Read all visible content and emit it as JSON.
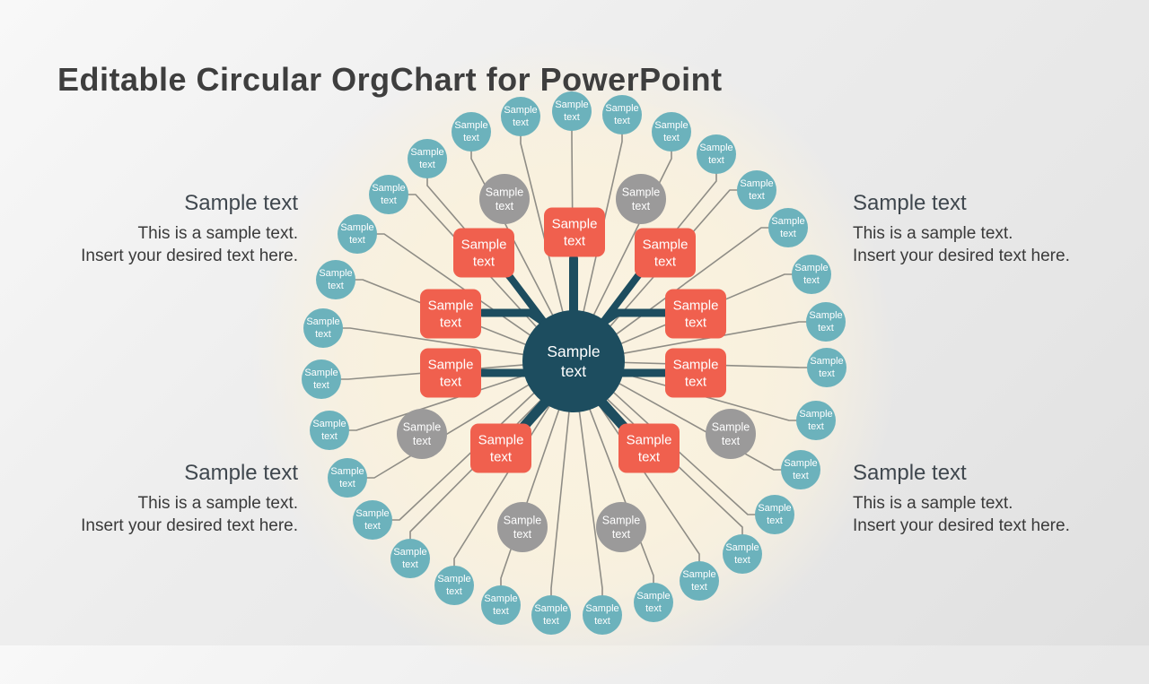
{
  "title": "Editable Circular OrgChart for PowerPoint",
  "text_blocks": [
    {
      "heading": "Sample text",
      "line1": "This is a sample text.",
      "line2": "Insert your desired text here."
    },
    {
      "heading": "Sample text",
      "line1": "This is a sample text.",
      "line2": "Insert your desired text here."
    },
    {
      "heading": "Sample text",
      "line1": "This is a sample text.",
      "line2": "Insert your desired text here."
    },
    {
      "heading": "Sample text",
      "line1": "This is a sample text.",
      "line2": "Insert your desired text here."
    }
  ],
  "colors": {
    "accent_red": "#f0604e",
    "teal": "#6cb2bc",
    "gray": "#9b9a9a",
    "dark_teal": "#1d4d5f",
    "connector": "#8f8d86",
    "node_text": "#ffffff",
    "cream": "#f9f1de"
  },
  "diagram": {
    "center": {
      "label": "Sample text"
    },
    "rects": [
      {
        "label": "Sample text"
      },
      {
        "label": "Sample text"
      },
      {
        "label": "Sample text"
      },
      {
        "label": "Sample text"
      },
      {
        "label": "Sample text"
      },
      {
        "label": "Sample text"
      },
      {
        "label": "Sample text"
      },
      {
        "label": "Sample text"
      },
      {
        "label": "Sample text"
      }
    ],
    "gray_circles": [
      {
        "label": "Sample text"
      },
      {
        "label": "Sample text"
      },
      {
        "label": "Sample text"
      },
      {
        "label": "Sample text"
      },
      {
        "label": "Sample text"
      },
      {
        "label": "Sample text"
      }
    ],
    "teal_circles": [
      {
        "label": "Sample text"
      },
      {
        "label": "Sample text"
      },
      {
        "label": "Sample text"
      },
      {
        "label": "Sample text"
      },
      {
        "label": "Sample text"
      },
      {
        "label": "Sample text"
      },
      {
        "label": "Sample text"
      },
      {
        "label": "Sample text"
      },
      {
        "label": "Sample text"
      },
      {
        "label": "Sample text"
      },
      {
        "label": "Sample text"
      },
      {
        "label": "Sample text"
      },
      {
        "label": "Sample text"
      },
      {
        "label": "Sample text"
      },
      {
        "label": "Sample text"
      },
      {
        "label": "Sample text"
      },
      {
        "label": "Sample text"
      },
      {
        "label": "Sample text"
      },
      {
        "label": "Sample text"
      },
      {
        "label": "Sample text"
      },
      {
        "label": "Sample text"
      },
      {
        "label": "Sample text"
      },
      {
        "label": "Sample text"
      },
      {
        "label": "Sample text"
      },
      {
        "label": "Sample text"
      },
      {
        "label": "Sample text"
      },
      {
        "label": "Sample text"
      },
      {
        "label": "Sample text"
      },
      {
        "label": "Sample text"
      },
      {
        "label": "Sample text"
      },
      {
        "label": "Sample text"
      }
    ]
  }
}
